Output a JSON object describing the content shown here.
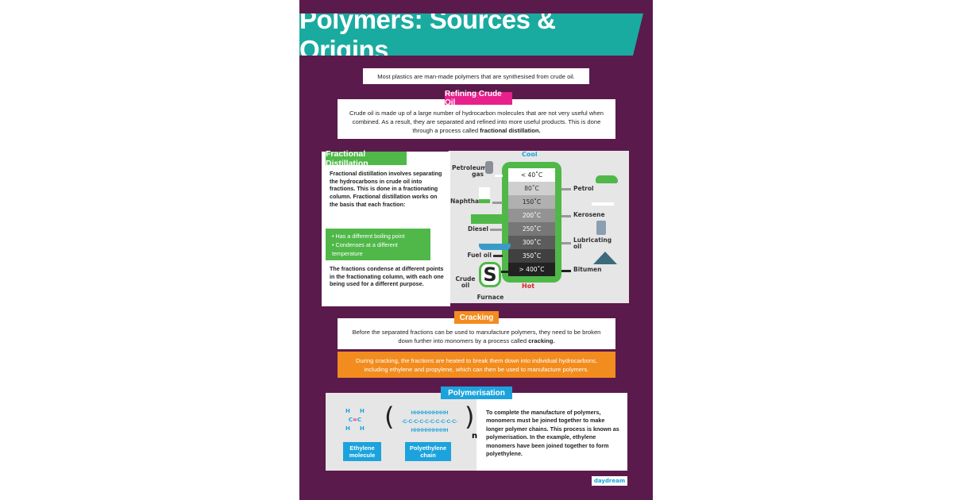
{
  "title": "Polymers: Sources & Origins",
  "intro": "Most plastics are man-made polymers that are synthesised from crude oil.",
  "refining": {
    "heading": "Refining Crude Oil",
    "text": "Crude oil is made up of a large number of hydrocarbon molecules that are not very useful when combined. As a result, they are separated and refined into more useful products. This is done through a process called ",
    "bold": "fractional distillation."
  },
  "fractional": {
    "heading": "Fractional Distillation",
    "text": "Fractional distillation involves separating the hydrocarbons in crude oil into fractions. This is done in a fractionating column. Fractional distillation works on the basis that each fraction:",
    "bullets": [
      "Has a different boiling point",
      "Condenses at a different temperature"
    ],
    "text2": "The fractions condense at different points in the fractionating column, with each one being used for a different purpose."
  },
  "column": {
    "cool": "Cool",
    "hot": "Hot",
    "temps": [
      "< 40˚C",
      "80˚C",
      "150˚C",
      "200˚C",
      "250˚C",
      "300˚C",
      "350˚C",
      "> 400˚C"
    ],
    "left": [
      "Petroleum gas",
      "Naphtha",
      "Diesel",
      "Fuel oil"
    ],
    "right": [
      "Petrol",
      "Kerosene",
      "Lubricating oil",
      "Bitumen"
    ],
    "crude": "Crude oil",
    "furnace": "Furnace"
  },
  "cracking": {
    "heading": "Cracking",
    "text": "Before the separated fractions can be used to manufacture polymers, they need to be broken down further into monomers by a process called ",
    "bold": "cracking.",
    "text2": "During cracking, the fractions are heated to break them down into individual hydrocarbons, including ethylene and propylene, which can then be used to manufacture polymers."
  },
  "polymerisation": {
    "heading": "Polymerisation",
    "ethylene": "Ethylene molecule",
    "poly": "Polyethylene chain",
    "n": "n",
    "text": "To complete the manufacture of polymers, monomers must be joined together to make longer polymer chains. This process is known as ",
    "bold": "polymerisation.",
    "text2": " In the example, ethylene monomers have been joined together to form polyethylene."
  },
  "logo": "daydream",
  "colors": {
    "background": "#5b1a4c",
    "title": "#1aaba0",
    "pink": "#e8208c",
    "green": "#4fb848",
    "orange": "#f28c1e",
    "blue": "#1ca3dd"
  }
}
